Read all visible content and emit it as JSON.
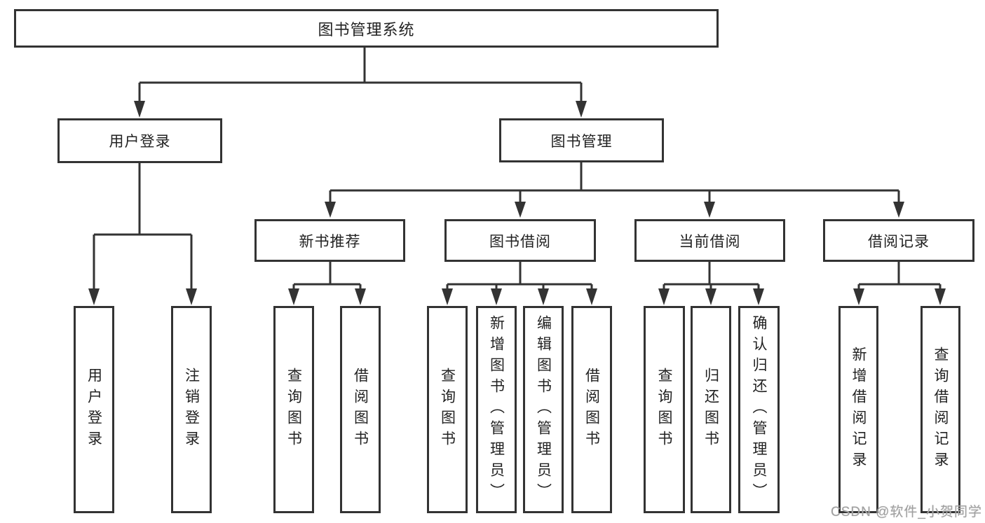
{
  "diagram": {
    "nodes": {
      "root": "图书管理系统",
      "l2": [
        "用户登录",
        "图书管理"
      ],
      "l3": [
        "新书推荐",
        "图书借阅",
        "当前借阅",
        "借阅记录"
      ],
      "l4_user": [
        "用户登录",
        "注销登录"
      ],
      "l4_recommend": [
        "查询图书",
        "借阅图书"
      ],
      "l4_borrow": [
        "查询图书",
        "新增图书（管理员）",
        "编辑图书（管理员）",
        "借阅图书"
      ],
      "l4_current": [
        "查询图书",
        "归还图书",
        "确认归还（管理员）"
      ],
      "l4_record": [
        "新增借阅记录",
        "查询借阅记录"
      ]
    },
    "colors": {
      "line": "#333333",
      "box_background": "#ffffff",
      "text": "#222222",
      "watermark": "#a0a0a0"
    }
  },
  "watermark": {
    "text": "CSDN @软件_小贺同学"
  }
}
